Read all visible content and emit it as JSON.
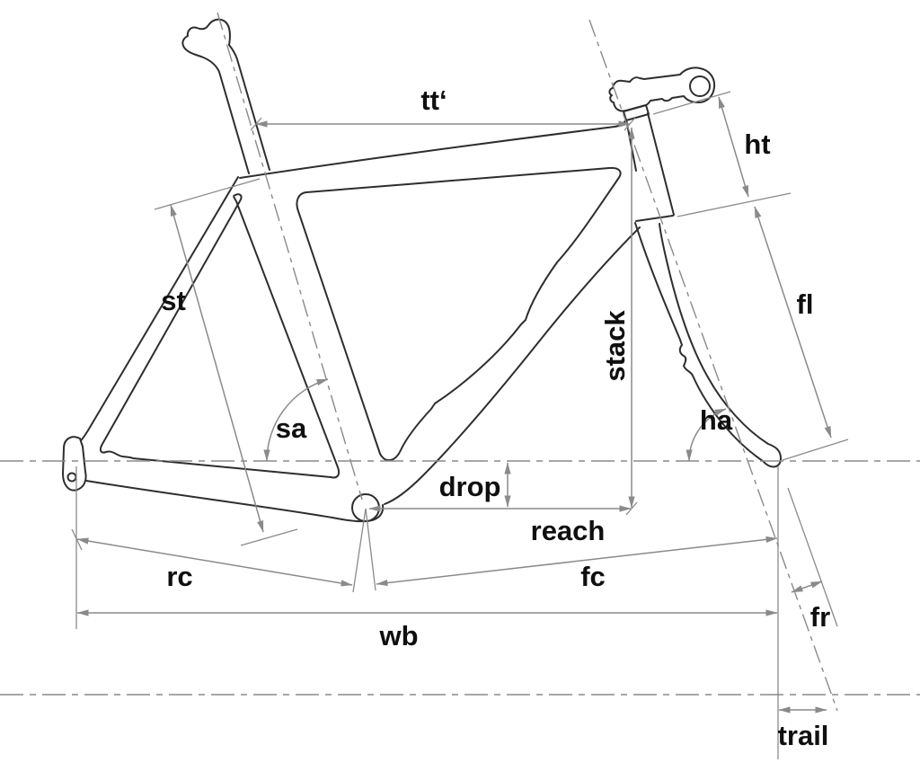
{
  "diagram": {
    "type": "bicycle-frame-geometry",
    "labels": {
      "tt": "tt‘",
      "ht": "ht",
      "fl": "fl",
      "st": "st",
      "stack": "stack",
      "sa": "sa",
      "ha": "ha",
      "drop": "drop",
      "reach": "reach",
      "rc": "rc",
      "fc": "fc",
      "wb": "wb",
      "fr": "fr",
      "trail": "trail"
    }
  },
  "colors": {
    "background": "#ffffff",
    "frame_line": "#2e2e2e",
    "dimension_line": "#8a8a8a",
    "label_text": "#0f0f0f"
  }
}
